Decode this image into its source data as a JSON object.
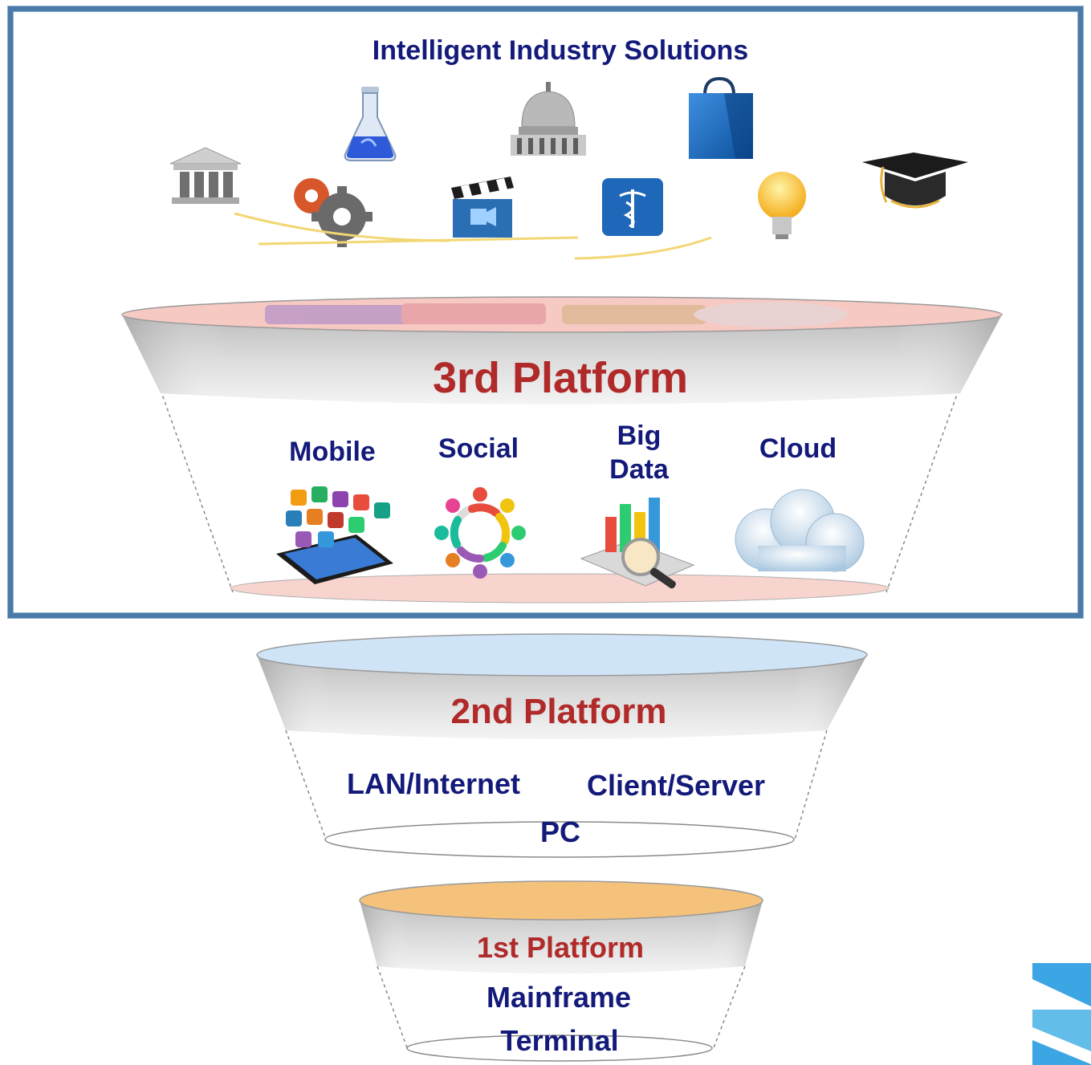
{
  "title": "Intelligent Industry Solutions",
  "industry_icons": [
    "bank-icon",
    "flask-icon",
    "capitol-dome-icon",
    "shopping-bag-icon",
    "gears-icon",
    "clapperboard-icon",
    "medical-caduceus-icon",
    "lightbulb-icon",
    "graduation-cap-icon"
  ],
  "platforms": {
    "third": {
      "label": "3rd Platform",
      "pillars": [
        {
          "label": "Mobile",
          "icon": "tablet-apps-icon"
        },
        {
          "label": "Social",
          "icon": "people-circle-icon"
        },
        {
          "label_line1": "Big",
          "label_line2": "Data",
          "icon": "chart-magnifier-icon"
        },
        {
          "label": "Cloud",
          "icon": "cloud-icon"
        }
      ],
      "top_color": "#f7c9c3"
    },
    "second": {
      "label": "2nd Platform",
      "items": [
        "LAN/Internet",
        "Client/Server",
        "PC"
      ],
      "top_color": "#cfe4f7"
    },
    "first": {
      "label": "1st Platform",
      "items": [
        "Mainframe",
        "Terminal"
      ],
      "top_color": "#f5c27c"
    }
  },
  "colors": {
    "navy_text": "#131a7a",
    "platform_label": "#b02a2a",
    "frame_border": "#4a7aa8"
  }
}
